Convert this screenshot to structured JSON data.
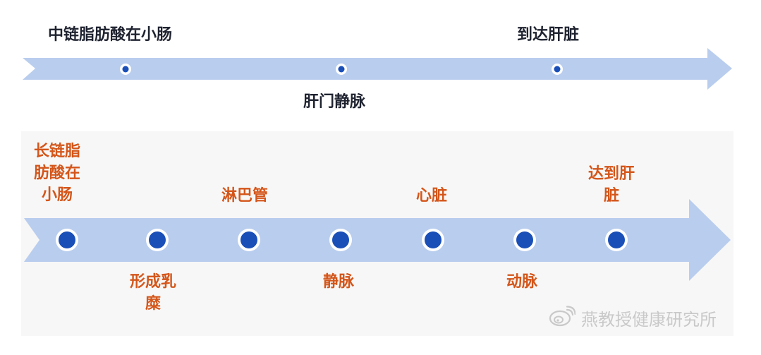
{
  "colors": {
    "arrow_fill": "#b9cdee",
    "dot_blue": "#1a4fb8",
    "label_dark": "#1f2330",
    "label_red": "#d4561a",
    "panel_bg": "#f7f7f7",
    "watermark": "#c9c9c9"
  },
  "diagram_top": {
    "labels_above": [
      {
        "text": "中链脂肪酸在小肠"
      },
      {
        "text": "到达肝脏"
      }
    ],
    "labels_below": [
      {
        "text": "肝门静脉"
      }
    ],
    "node_count": 3
  },
  "diagram_bottom": {
    "labels_above": [
      {
        "text": "长链脂\n肪酸在\n小肠"
      },
      {
        "text": "淋巴管"
      },
      {
        "text": "心脏"
      },
      {
        "text": "达到肝\n脏"
      }
    ],
    "labels_below": [
      {
        "text": "形成乳\n糜"
      },
      {
        "text": "静脉"
      },
      {
        "text": "动脉"
      }
    ],
    "node_count": 7
  },
  "watermark": {
    "icon": "weibo-icon",
    "text": "燕教授健康研究所"
  }
}
